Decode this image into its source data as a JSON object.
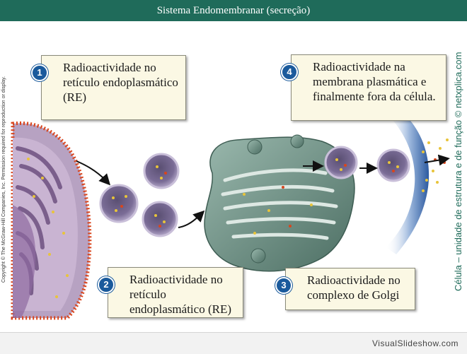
{
  "title": "Sistema Endomembranar (secreção)",
  "steps": [
    {
      "number": "1",
      "text": "Radioactividade no retículo endoplasmático (RE)"
    },
    {
      "number": "2",
      "text": "Radioactividade no retículo endoplasmático (RE)"
    },
    {
      "number": "3",
      "text": "Radioactividade no complexo de Golgi"
    },
    {
      "number": "4",
      "text": "Radioactividade na membrana plasmática e finalmente fora da célula."
    }
  ],
  "copyright": "Copyright © The McGraw-Hill Companies, Inc. Permission required for reproduction or display.",
  "side_caption": "Célula – unidade de estrutura e de função © netxplica.com",
  "footer": "VisualSlideshow.com",
  "colors": {
    "title_bar": "#1f6b5a",
    "number_badge": "#1a5a9c",
    "box_fill": "#fbf8e4",
    "vesicle": "#8c7fa6",
    "golgi": "#6f9488",
    "membrane": "#3a6bb0",
    "ribosome": "#d9451c",
    "cargo": "#e8c43a"
  }
}
